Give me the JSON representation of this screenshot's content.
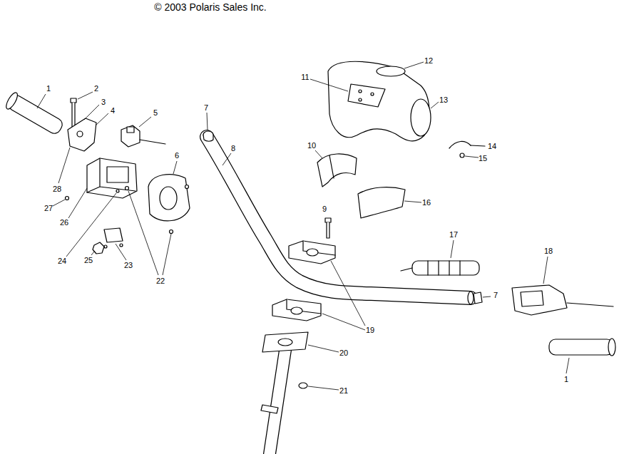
{
  "diagram": {
    "labels": [
      "© 2003 Polaris Sales Inc.",
      "1",
      "2",
      "3",
      "4",
      "5",
      "6",
      "7",
      "8",
      "28",
      "27",
      "26",
      "25",
      "24",
      "23",
      "22",
      "11",
      "12",
      "13",
      "10",
      "14",
      "15",
      "16",
      "9",
      "17",
      "18",
      "7",
      "19",
      "20",
      "21",
      "1"
    ]
  }
}
